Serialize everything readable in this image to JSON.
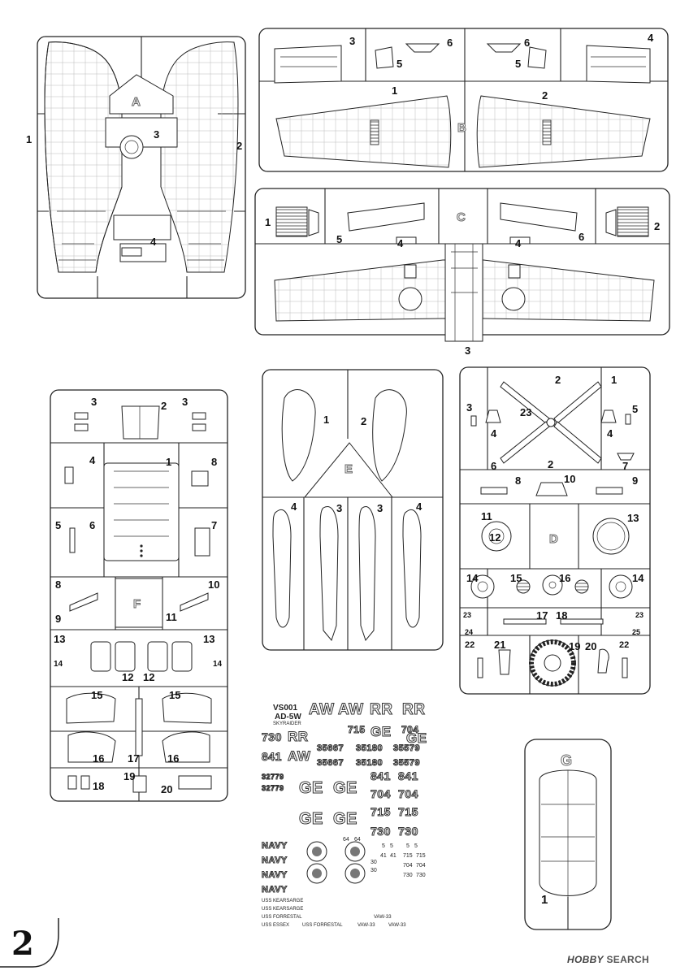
{
  "page": {
    "number": "2"
  },
  "credit": {
    "brand": "HOBBY",
    "site": "SEARCH"
  },
  "sprues": {
    "A": {
      "letter": "A",
      "parts": [
        "1",
        "2",
        "3",
        "4"
      ]
    },
    "B": {
      "letter": "B",
      "parts": [
        "3",
        "6",
        "5",
        "6",
        "5",
        "4",
        "1",
        "2"
      ]
    },
    "C": {
      "letter": "C",
      "parts": [
        "1",
        "5",
        "4",
        "4",
        "6",
        "2",
        "3"
      ]
    },
    "F": {
      "letter": "F",
      "parts": [
        "3",
        "2",
        "3",
        "4",
        "1",
        "8",
        "5",
        "6",
        "7",
        "8",
        "10",
        "9",
        "11",
        "13",
        "13",
        "14",
        "12",
        "12",
        "14",
        "15",
        "15",
        "16",
        "17",
        "16",
        "18",
        "19",
        "20"
      ]
    },
    "E": {
      "letter": "E",
      "parts": [
        "1",
        "2",
        "4",
        "3",
        "3",
        "4"
      ]
    },
    "D": {
      "letter": "D",
      "parts": [
        "2",
        "1",
        "3",
        "23",
        "5",
        "4",
        "4",
        "6",
        "2",
        "7",
        "8",
        "10",
        "9",
        "11",
        "13",
        "12",
        "15",
        "16",
        "14",
        "14",
        "23",
        "17",
        "18",
        "23",
        "24",
        "25",
        "22",
        "21",
        "19",
        "20",
        "22"
      ]
    },
    "G": {
      "letter": "G",
      "parts": [
        "1"
      ]
    }
  },
  "decals": {
    "header": [
      "VS001",
      "AD-5W",
      "SKYRAIDER"
    ],
    "codes_top": [
      "AW",
      "AW",
      "RR",
      "RR"
    ],
    "row2": [
      "730",
      "RR",
      "715",
      "GE",
      "704",
      "GE"
    ],
    "row3": [
      "841",
      "AW",
      "35667",
      "35180",
      "35579"
    ],
    "row4": [
      "35667",
      "35180",
      "35579"
    ],
    "row5": [
      "32779",
      "841",
      "841"
    ],
    "row6": [
      "32779",
      "GE",
      "GE",
      "704",
      "704"
    ],
    "row7": [
      "GE",
      "GE",
      "715",
      "715"
    ],
    "row8": [
      "730",
      "730"
    ],
    "navy": [
      "NAVY",
      "NAVY",
      "NAVY",
      "NAVY"
    ],
    "small": [
      "64",
      "64",
      "5",
      "5",
      "5",
      "5",
      "41",
      "41",
      "715",
      "715",
      "30",
      "30",
      "704",
      "704",
      "730",
      "730"
    ],
    "ships": [
      "USS KEARSARGE",
      "USS KEARSARGE",
      "USS FORRESTAL",
      "VAW-33",
      "USS ESSEX",
      "USS FORRESTAL",
      "VAW-33",
      "VAW-33"
    ]
  }
}
